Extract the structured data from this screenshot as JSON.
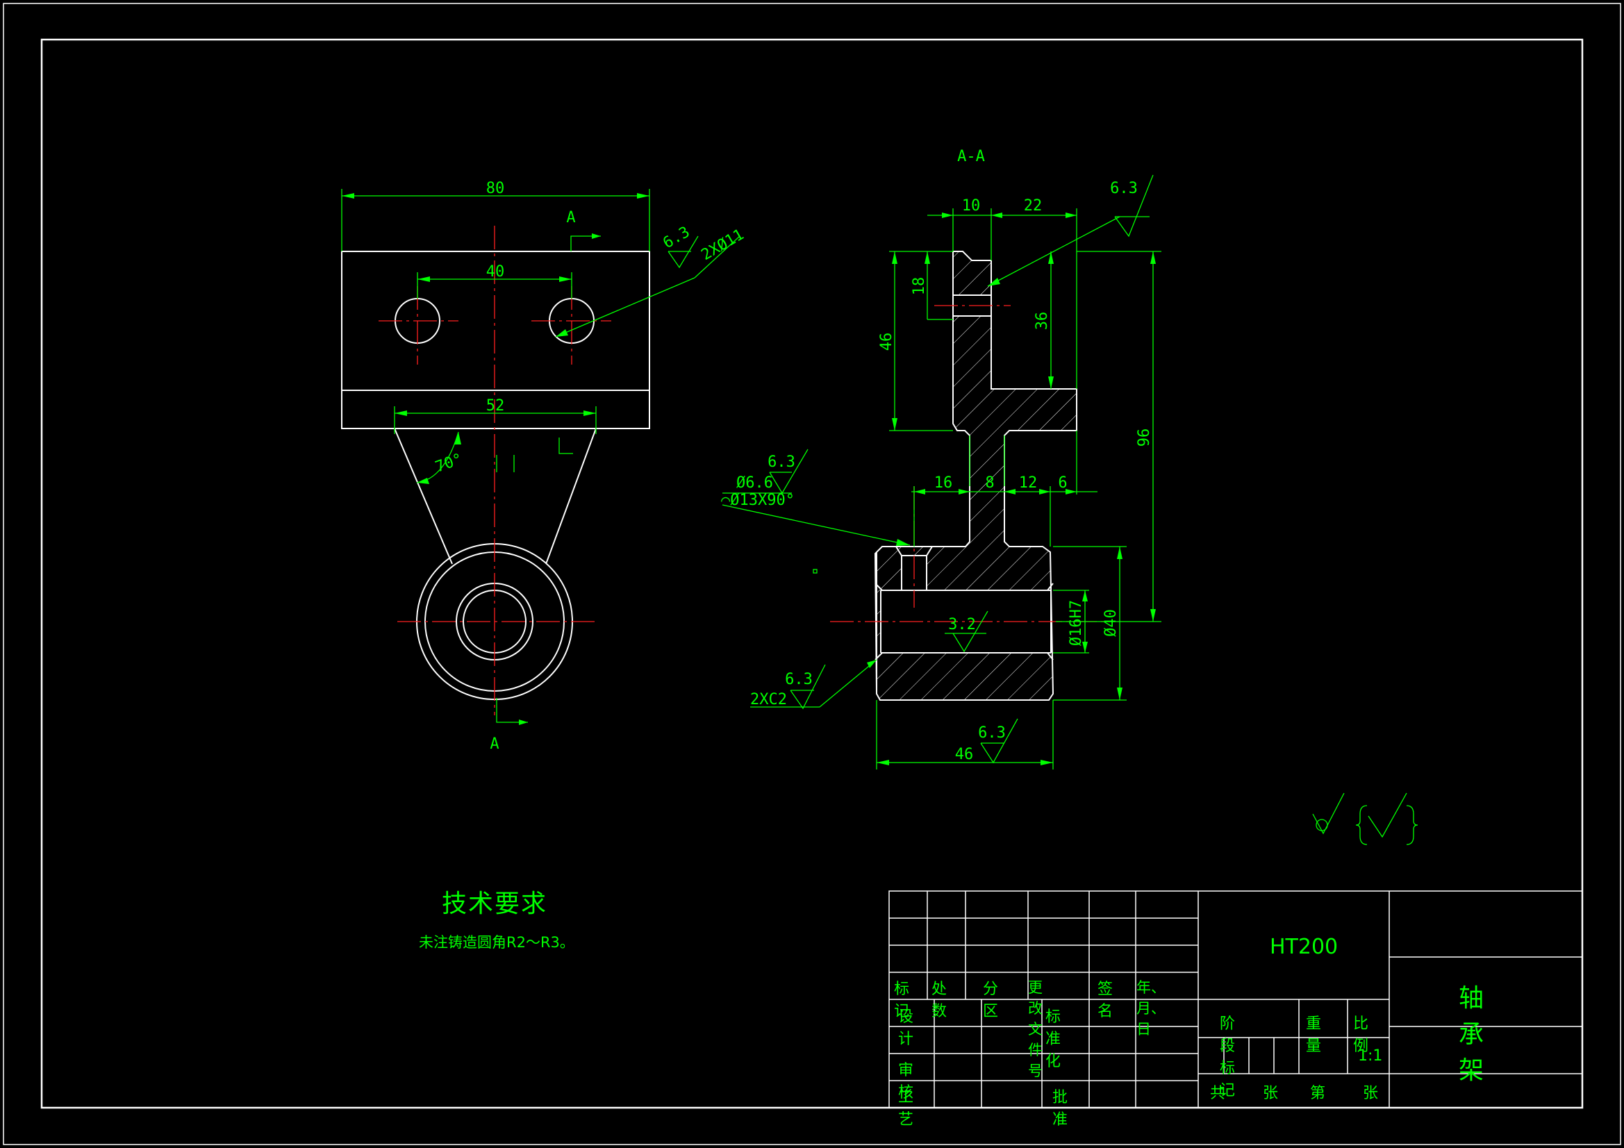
{
  "drawing": {
    "section_label": "A-A",
    "section_marks": [
      "A",
      "A"
    ],
    "dims_front": {
      "width": "80",
      "hole_pitch": "40",
      "base": "52",
      "angle": "70°"
    },
    "dims_section": {
      "d10": "10",
      "d22": "22",
      "d18": "18",
      "d36": "36",
      "d46v": "46",
      "d96": "96",
      "d16": "16",
      "d8": "8",
      "d12": "12",
      "d6": "6",
      "d46h": "46",
      "bore": "Ø16H7",
      "outer": "Ø40"
    },
    "hole_note": "2XØ11",
    "csink_note_1": "Ø6.6",
    "csink_note_2": "⌒Ø13X90°",
    "chamfer_note": "2XC2",
    "roughness": {
      "r1": "6.3",
      "r2": "6.3",
      "r3": "6.3",
      "r4": "6.3",
      "r5": "6.3",
      "bore": "3.2"
    }
  },
  "tech": {
    "title": "技术要求",
    "line1": "未注铸造圆角R2～R3。"
  },
  "title_block": {
    "material": "HT200",
    "part_name": "轴承架",
    "headers": [
      "标记",
      "处数",
      "分区",
      "更改文件号",
      "签名",
      "年、月、日"
    ],
    "design": "设计",
    "standardize": "标准化",
    "review": "审核",
    "process": "工艺",
    "approve": "批准",
    "stage": "阶段标记",
    "weight": "重量",
    "scale_label": "比例",
    "scale": "1:1",
    "sheets": [
      "共",
      "张",
      "第",
      "张"
    ]
  }
}
